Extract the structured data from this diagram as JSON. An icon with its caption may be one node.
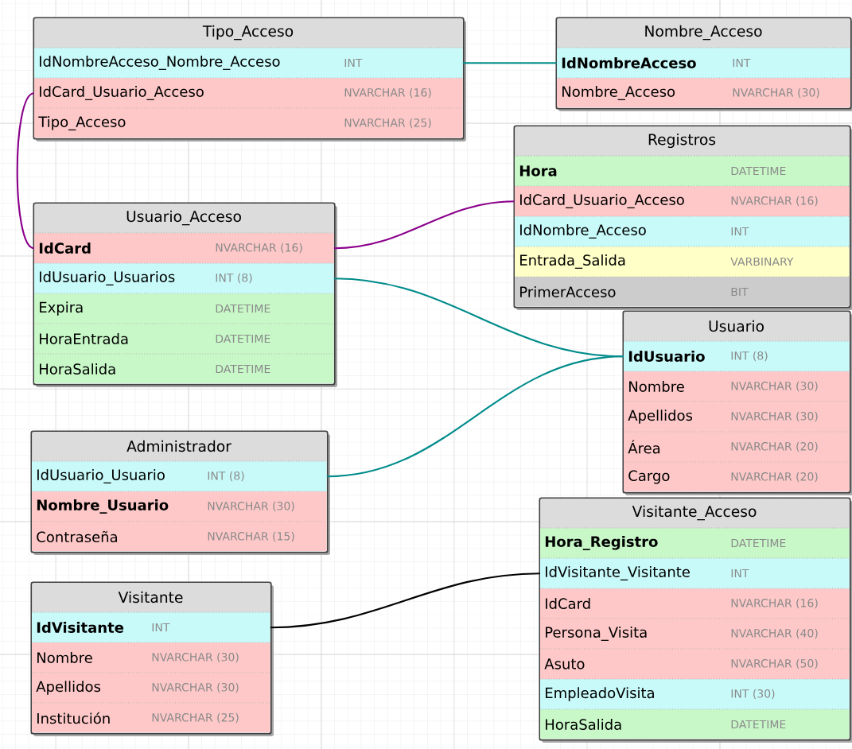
{
  "diagram": {
    "nodes": [
      {
        "text": [
          "Tipo_Acceso"
        ]
      },
      {
        "text": [
          "IdNombreAcceso_Nombre_Acceso",
          "INT"
        ],
        "in": 0
      },
      {
        "text": [
          "IdCard_Usuario_Acceso",
          "NVARCHAR (16)"
        ],
        "in": 0
      },
      {
        "text": [
          "Tipo_Acceso",
          "NVARCHAR (25)"
        ],
        "in": 0
      },
      {
        "text": [
          "Nombre_Acceso"
        ]
      },
      {
        "text": [
          "IdNombreAcceso",
          "INT"
        ],
        "in": 4
      },
      {
        "text": [
          "Nombre_Acceso",
          "NVARCHAR (30)"
        ],
        "in": 4
      },
      {
        "text": [
          "Registros"
        ]
      },
      {
        "text": [
          "Hora",
          "DATETIME"
        ],
        "in": 7
      },
      {
        "text": [
          "IdCard_Usuario_Acceso",
          "NVARCHAR (16)"
        ],
        "in": 7
      },
      {
        "text": [
          "IdNombre_Acceso",
          "INT"
        ],
        "in": 7
      },
      {
        "text": [
          "Entrada_Salida",
          "VARBINARY"
        ],
        "in": 7
      },
      {
        "text": [
          "PrimerAcceso",
          "BIT"
        ],
        "in": 7
      },
      {
        "text": [
          "Usuario_Acceso"
        ]
      },
      {
        "text": [
          "IdCard",
          "NVARCHAR (16)"
        ],
        "in": 13
      },
      {
        "text": [
          "IdUsuario_Usuarios",
          "INT (8)"
        ],
        "in": 13
      },
      {
        "text": [
          "Expira",
          "DATETIME"
        ],
        "in": 13
      },
      {
        "text": [
          "HoraEntrada",
          "DATETIME"
        ],
        "in": 13
      },
      {
        "text": [
          "HoraSalida",
          "DATETIME"
        ],
        "in": 13
      },
      {
        "text": [
          "Usuario"
        ]
      },
      {
        "text": [
          "IdUsuario",
          "INT (8)"
        ],
        "in": 19
      },
      {
        "text": [
          "Nombre",
          "NVARCHAR (30)"
        ],
        "in": 19
      },
      {
        "text": [
          "Apellidos",
          "NVARCHAR (30)"
        ],
        "in": 19
      },
      {
        "text": [
          "Área",
          "NVARCHAR (20)"
        ],
        "in": 19
      },
      {
        "text": [
          "Cargo",
          "NVARCHAR (20)"
        ],
        "in": 19
      },
      {
        "text": [
          "Administrador"
        ]
      },
      {
        "text": [
          "IdUsuario_Usuario",
          "INT (8)"
        ],
        "in": 25
      },
      {
        "text": [
          "Nombre_Usuario",
          "NVARCHAR (30)"
        ],
        "in": 25
      },
      {
        "text": [
          "Contraseña",
          "NVARCHAR (15)"
        ],
        "in": 25
      },
      {
        "text": [
          "Visitante_Acceso"
        ]
      },
      {
        "text": [
          "Hora_Registro",
          "DATETIME"
        ],
        "in": 29
      },
      {
        "text": [
          "IdVisitante_Visitante",
          "INT"
        ],
        "in": 29
      },
      {
        "text": [
          "IdCard",
          "NVARCHAR (16)"
        ],
        "in": 29
      },
      {
        "text": [
          "Persona_Visita",
          "NVARCHAR (40)"
        ],
        "in": 29
      },
      {
        "text": [
          "Asuto",
          "NVARCHAR (50)"
        ],
        "in": 29
      },
      {
        "text": [
          "EmpleadoVisita",
          "INT (30)"
        ],
        "in": 29
      },
      {
        "text": [
          "HoraSalida",
          "DATETIME"
        ],
        "in": 29
      },
      {
        "text": [
          "Visitante"
        ]
      },
      {
        "text": [
          "IdVisitante",
          "INT"
        ],
        "in": 37
      },
      {
        "text": [
          "Nombre",
          "NVARCHAR (30)"
        ],
        "in": 37
      },
      {
        "text": [
          "Apellidos",
          "NVARCHAR (30)"
        ],
        "in": 37
      },
      {
        "text": [
          "Institución",
          "NVARCHAR (25)"
        ],
        "in": 37
      }
    ],
    "edges": [
      {
        "from": 1,
        "to": 5,
        "arrow": "none"
      },
      {
        "from": 2,
        "to": 14,
        "arrow": "none",
        "color": "#8b008b"
      },
      {
        "from": 14,
        "to": 9,
        "arrow": "none",
        "color": "#8b008b"
      },
      {
        "from": 15,
        "to": 20,
        "arrow": "none"
      },
      {
        "from": 26,
        "to": 20,
        "arrow": "none"
      },
      {
        "from": 38,
        "to": 31,
        "arrow": "none",
        "color": "#000000"
      }
    ]
  }
}
